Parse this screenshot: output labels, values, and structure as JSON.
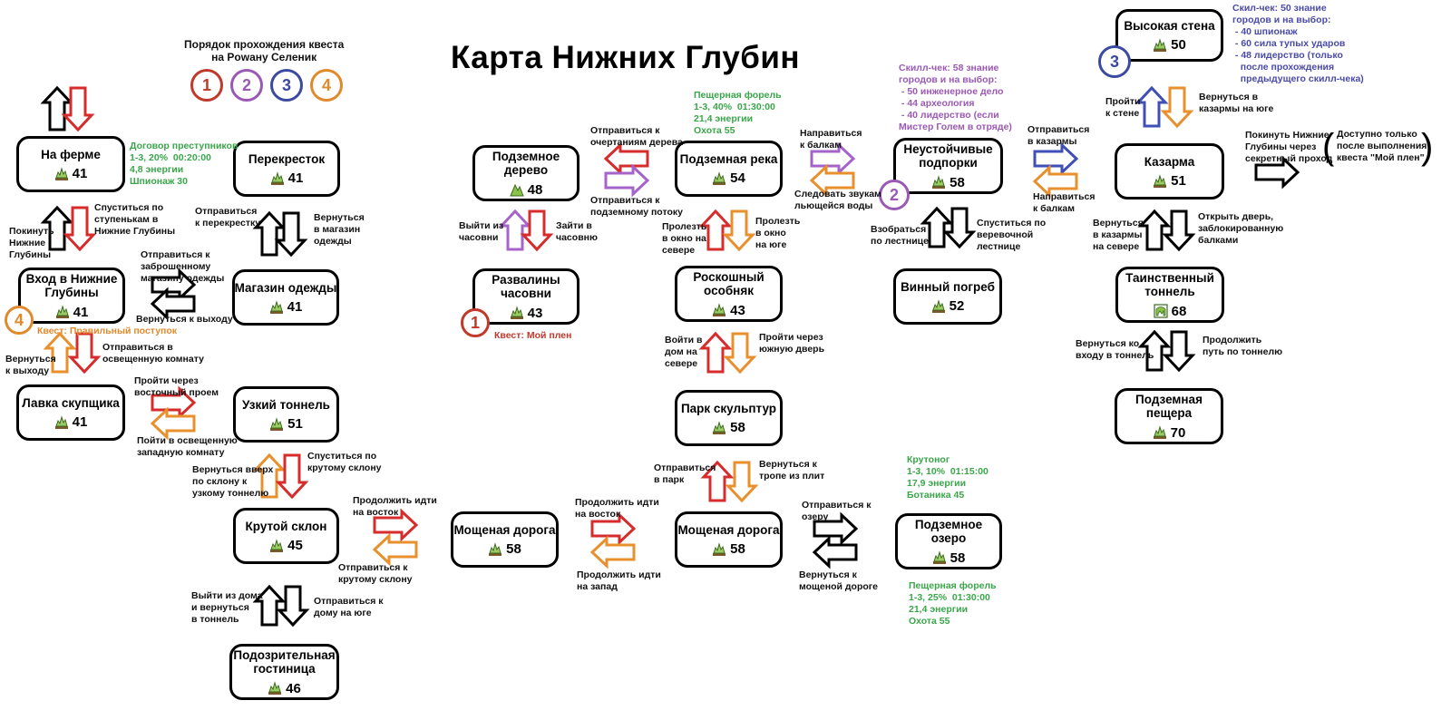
{
  "title": "Карта Нижних Глубин",
  "legend": {
    "heading": "Порядок прохождения квеста\nна Рowану Селеник",
    "circles": [
      {
        "num": "1",
        "color": "#c0392b"
      },
      {
        "num": "2",
        "color": "#9b59b6"
      },
      {
        "num": "3",
        "color": "#3b4aa0"
      },
      {
        "num": "4",
        "color": "#e08a2c"
      }
    ]
  },
  "colors": {
    "red": "#d62c2c",
    "purple": "#a663c9",
    "blue": "#3f4fb5",
    "orange": "#e8902e",
    "black": "#000000",
    "green": "#3aa64a"
  },
  "nodes": {
    "farm": {
      "name": "На ферме",
      "level": "41"
    },
    "crossroad": {
      "name": "Перекресток",
      "level": "41"
    },
    "entrance": {
      "name": "Вход в Нижние\nГлубины",
      "level": "41"
    },
    "clothes": {
      "name": "Магазин одежды",
      "level": "41"
    },
    "buyer": {
      "name": "Лавка скупщика",
      "level": "41"
    },
    "narrow": {
      "name": "Узкий тоннель",
      "level": "51"
    },
    "steep": {
      "name": "Крутой склон",
      "level": "45"
    },
    "inn": {
      "name": "Подозрительная\nгостиница",
      "level": "46"
    },
    "tree": {
      "name": "Подземное\nдерево",
      "level": "48"
    },
    "chapel": {
      "name": "Развалины\nчасовни",
      "level": "43"
    },
    "river": {
      "name": "Подземная река",
      "level": "54"
    },
    "mansion": {
      "name": "Роскошный\nособняк",
      "level": "43"
    },
    "park": {
      "name": "Парк скульптур",
      "level": "58"
    },
    "road1": {
      "name": "Мощеная дорога",
      "level": "58"
    },
    "road2": {
      "name": "Мощеная дорога",
      "level": "58"
    },
    "lake": {
      "name": "Подземное\nозеро",
      "level": "58"
    },
    "props": {
      "name": "Неустойчивые\nподпорки",
      "level": "58"
    },
    "cellar": {
      "name": "Винный погреб",
      "level": "52"
    },
    "wall": {
      "name": "Высокая стена",
      "level": "50"
    },
    "barracks": {
      "name": "Казарма",
      "level": "51"
    },
    "tunnel": {
      "name": "Таинственный\nтоннель",
      "level": "68"
    },
    "cave": {
      "name": "Подземная\nпещера",
      "level": "70"
    }
  },
  "labels": {
    "farm_gather": "Договор преступников\n1-3, 20%  00:20:00\n4,8 энергии\nШпионаж 30",
    "leave_depths": "Покинуть\nНижние\nГлубины",
    "go_down_steps": "Спуститься по\nступенькам в\nНижние Глубины",
    "to_crossroad": "Отправиться\nк перекрестку",
    "back_clothes": "Вернуться\nв магазин\nодежды",
    "to_abandoned": "Отправиться к\nзаброшенному\nмагазину одежды",
    "back_exit1": "Вернуться к выходу",
    "quest_right": "Квест: Правильный поступок",
    "back_exit2": "Вернуться\nк выходу",
    "to_lit_room": "Отправиться в\nосвещенную комнату",
    "east_passage": "Пройти через\nвосточный проем",
    "west_room": "Пойти в освещенную\nзападную комнату",
    "climb_up": "Вернуться вверх\nпо склону к\nузкому тоннелю",
    "go_down_slope": "Спуститься по\nкрутому склону",
    "go_east": "Продолжить идти\nна восток",
    "to_slope": "Отправиться к\nкрутому склону",
    "exit_house": "Выйти из дома\nи вернуться\nв тоннель",
    "to_house_south": "Отправиться к\nдому на юге",
    "exit_chapel": "Выйти из\nчасовни",
    "enter_chapel": "Зайти в\nчасовню",
    "quest_captive": "Квест: Мой плен",
    "to_tree_outline": "Отправиться к\nочертаниям дерева",
    "to_underground_stream": "Отправиться к\nподземному потоку",
    "river_gather": "Пещерная форель\n1-3, 40%  01:30:00\n21,4 энергии\nОхота 55",
    "window_north": "Пролезть\nв окно на\nсевере",
    "window_south": "Пролезть\nв окно\nна юге",
    "enter_north": "Войти в\nдом на\nсевере",
    "south_door": "Пройти через\nюжную дверь",
    "to_park": "Отправиться\nв парк",
    "back_path": "Вернуться к\nтропе из плит",
    "go_east2": "Продолжить идти\nна восток",
    "go_west": "Продолжить идти\nна запад",
    "to_lake": "Отправиться к\nозеру",
    "back_road": "Вернуться к\nмощеной дороге",
    "lake_gather1": "Крутоног\n1-3, 10%  01:15:00\n17,9 энергии\nБотаника 45",
    "lake_gather2": "Пещерная форель\n1-3, 25%  01:30:00\n21,4 энергии\nОхота 55",
    "to_beams": "Направиться\nк балкам",
    "follow_water": "Следовать звукам\nльющейся воды",
    "skill_check_58": "Скилл-чек: 58 знание\nгородов и на выбор:\n - 50 инженерное дело\n - 44 археология\n - 40 лидерство (если\nМистер Голем в отряде)",
    "climb_ladder": "Взобраться\nпо лестнице",
    "down_rope": "Спуститься по\nверевочной\nлестнице",
    "to_barracks": "Отправиться\nв казармы",
    "to_beams2": "Направиться\nк балкам",
    "to_wall": "Пройти\nк стене",
    "back_barracks_south": "Вернуться в\nказармы на юге",
    "skill_check_50": "Скил-чек: 50 знание\nгородов и на выбор:\n - 40 шпионаж\n - 60 сила тупых ударов\n - 48 лидерство (только\n   после прохождения\n   предыдущего скилл-чека)",
    "leave_secret": "Покинуть Нижние\nГлубины через\nсекретный проход",
    "only_after": "Доступно только\nпосле выполнения\nквеста \"Мой плен\"",
    "back_barracks_north": "Вернуться\nв казармы\nна севере",
    "open_door": "Открыть дверь,\nзаблокированную\nбалками",
    "back_entrance_tunnel": "Вернуться ко\nвходу в тоннель",
    "continue_tunnel": "Продолжить\nпуть по тоннелю"
  }
}
